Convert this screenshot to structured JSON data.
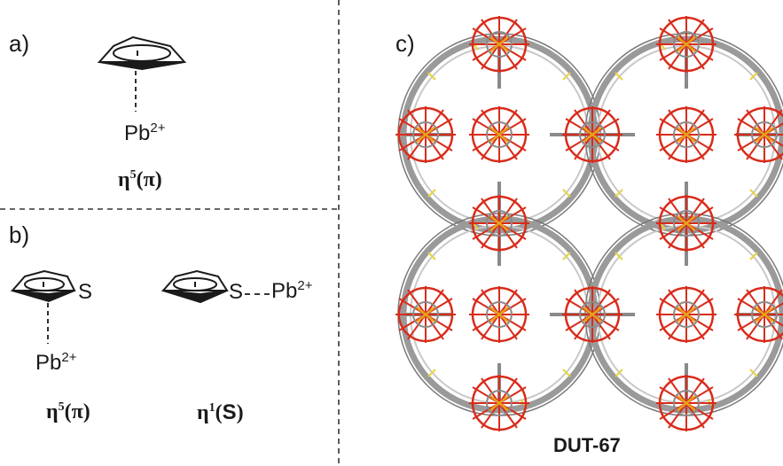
{
  "panel_a": {
    "label": "a)",
    "metal_label": {
      "base": "Pb",
      "charge": "2+"
    },
    "hapticity": {
      "eta": "η",
      "number": "5",
      "mode": "(π)"
    }
  },
  "panel_b": {
    "label": "b)",
    "left": {
      "heteroatom": "S",
      "metal_label": {
        "base": "Pb",
        "charge": "2+"
      },
      "hapticity": {
        "eta": "η",
        "number": "5",
        "mode": "(π)"
      }
    },
    "right": {
      "heteroatom": "S",
      "metal_label": {
        "base": "Pb",
        "charge": "2+"
      },
      "hapticity": {
        "eta": "η",
        "number": "1",
        "open": "(",
        "atom": "S",
        "close": ")"
      }
    }
  },
  "panel_c": {
    "label": "c)",
    "caption": "DUT-67"
  },
  "colors": {
    "ink": "#1a1a1a",
    "framework_gray": "#9a9a9a",
    "oxygen_red": "#d92b1a",
    "metal_orange": "#e8a21a",
    "sulfur_yellow": "#e8d43a"
  }
}
